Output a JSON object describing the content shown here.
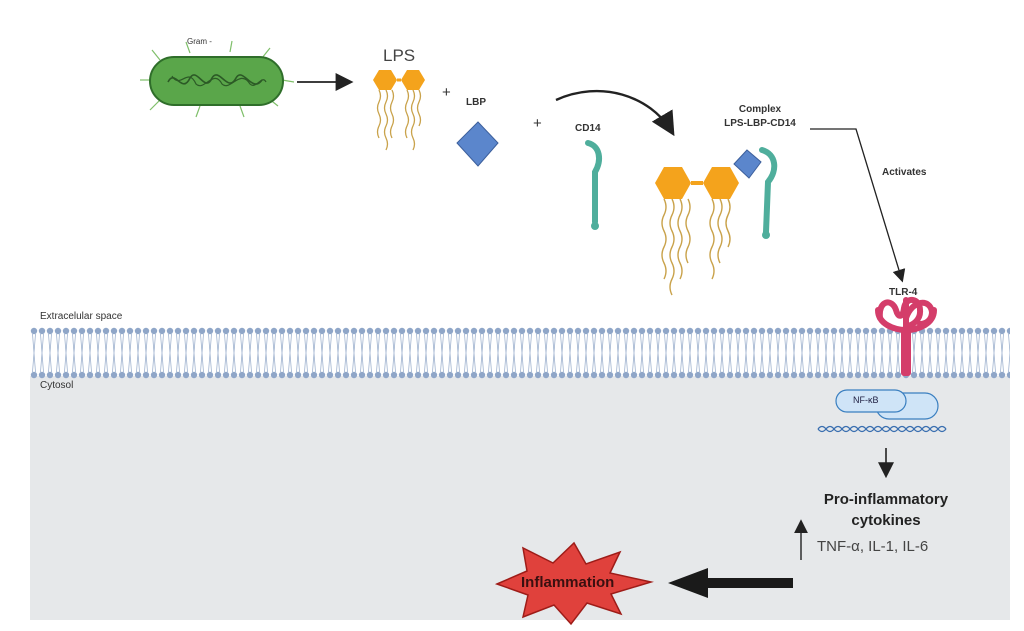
{
  "labels": {
    "gram": "Gram -",
    "lps": "LPS",
    "plus1": "+",
    "lbp": "LBP",
    "plus2": "+",
    "cd14": "CD14",
    "complex_line1": "Complex",
    "complex_line2": "LPS-LBP-CD14",
    "activates": "Activates",
    "tlr4": "TLR-4",
    "extracellular": "Extracelular space",
    "cytosol": "Cytosol",
    "nfkb": "NF-κB",
    "cytokines_line1": "Pro-inflammatory",
    "cytokines_line2": "cytokines",
    "cytokines_list": "TNF-α, IL-1, IL-6",
    "inflammation": "Inflammation"
  },
  "colors": {
    "bacterium_fill": "#5aa64a",
    "bacterium_stroke": "#2f6e2a",
    "lps_head": "#f4a31c",
    "lps_tail": "#c9a24a",
    "lbp": "#5b86cc",
    "cd14": "#4fae9c",
    "tlr4": "#d43d6a",
    "membrane": "#8fa6c8",
    "cytosol": "#e6e8ea",
    "nfkb_fill": "#cfe4f7",
    "nfkb_stroke": "#3a7fc0",
    "dna": "#3a6fb0",
    "inflammation_fill": "#e0413c",
    "inflammation_stroke": "#9e1c18",
    "arrow": "#222222"
  }
}
